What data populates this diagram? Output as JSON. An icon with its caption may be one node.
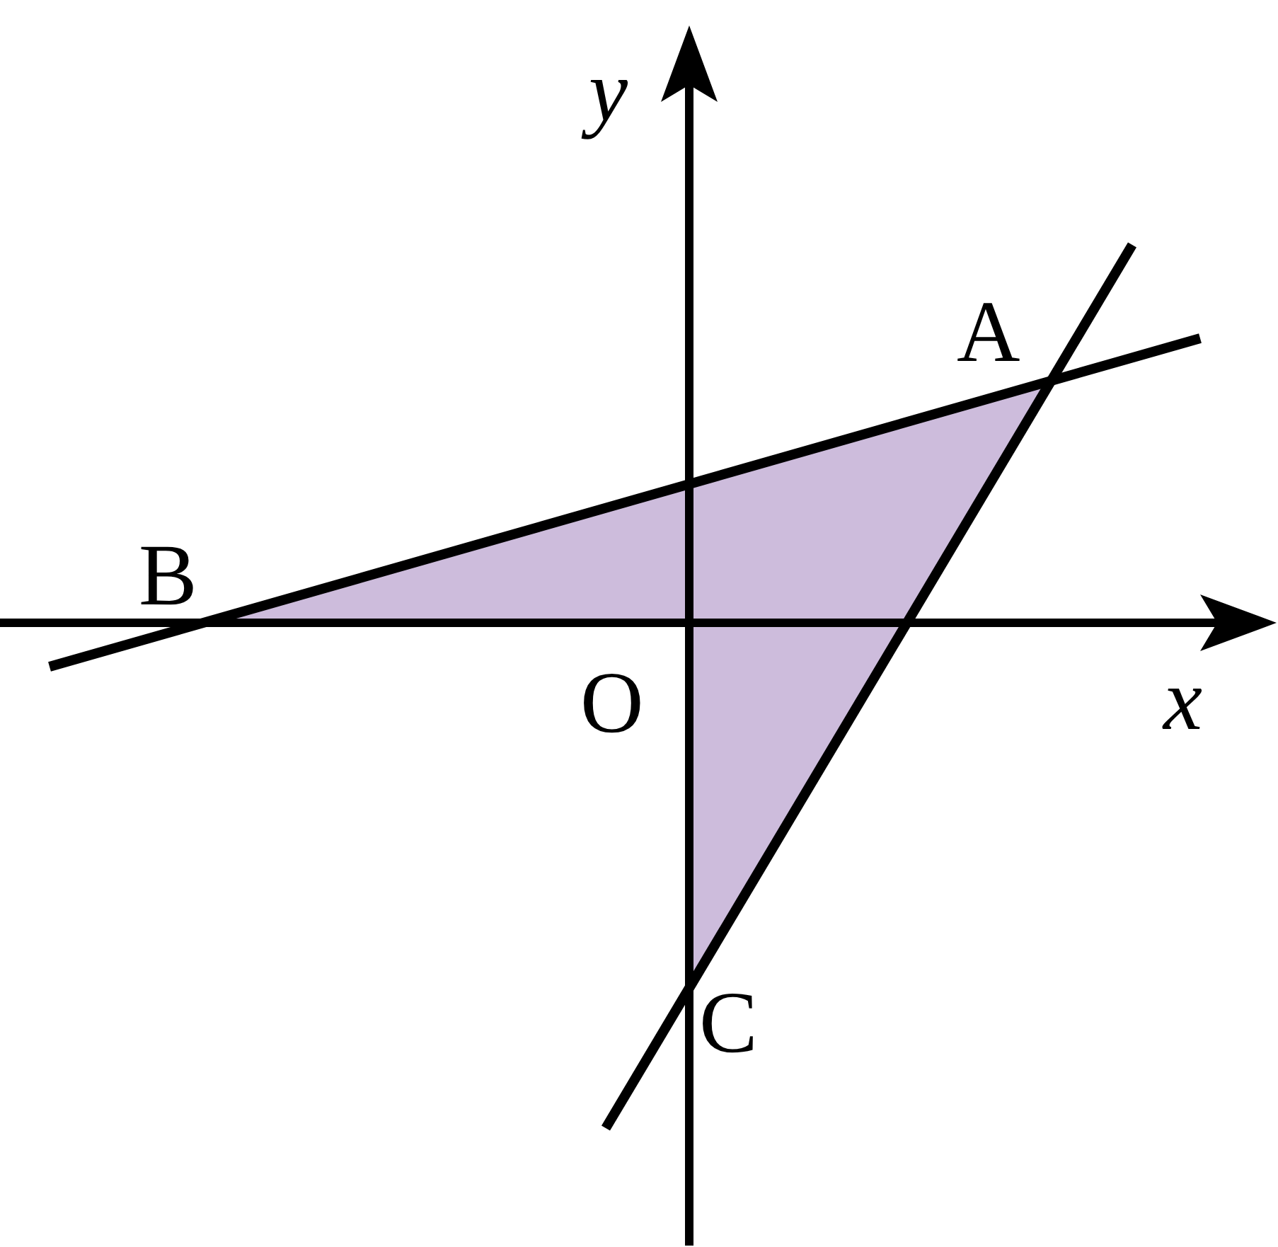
{
  "diagram": {
    "labels": [
      "y",
      "A",
      "B",
      "O",
      "x",
      "C"
    ]
  }
}
